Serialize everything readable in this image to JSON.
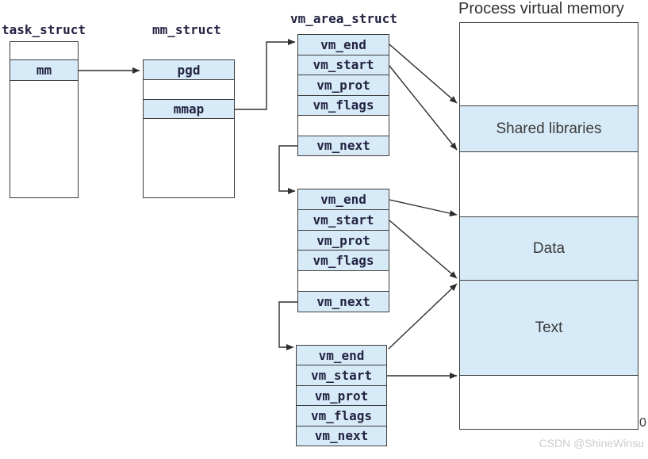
{
  "colors": {
    "fill-blue": "#d7eaf7",
    "border": "#3c3c3c",
    "mono-text": "#232342",
    "sans-text": "#333333",
    "line": "#2e2e2e",
    "watermark": "#cccccc"
  },
  "task_struct": {
    "title": "task_struct",
    "mm": "mm"
  },
  "mm_struct": {
    "title": "mm_struct",
    "pgd": "pgd",
    "mmap": "mmap"
  },
  "vm_area_struct": {
    "title": "vm_area_struct",
    "nodes": [
      {
        "fields": [
          "vm_end",
          "vm_start",
          "vm_prot",
          "vm_flags",
          "vm_next"
        ]
      },
      {
        "fields": [
          "vm_end",
          "vm_start",
          "vm_prot",
          "vm_flags",
          "vm_next"
        ]
      },
      {
        "fields": [
          "vm_end",
          "vm_start",
          "vm_prot",
          "vm_flags",
          "vm_next"
        ]
      }
    ]
  },
  "process_memory": {
    "title": "Process virtual memory",
    "regions": [
      {
        "label": "Shared libraries"
      },
      {
        "label": "Data"
      },
      {
        "label": "Text"
      }
    ],
    "origin_label": "0"
  },
  "watermark": "CSDN @ShineWinsu"
}
